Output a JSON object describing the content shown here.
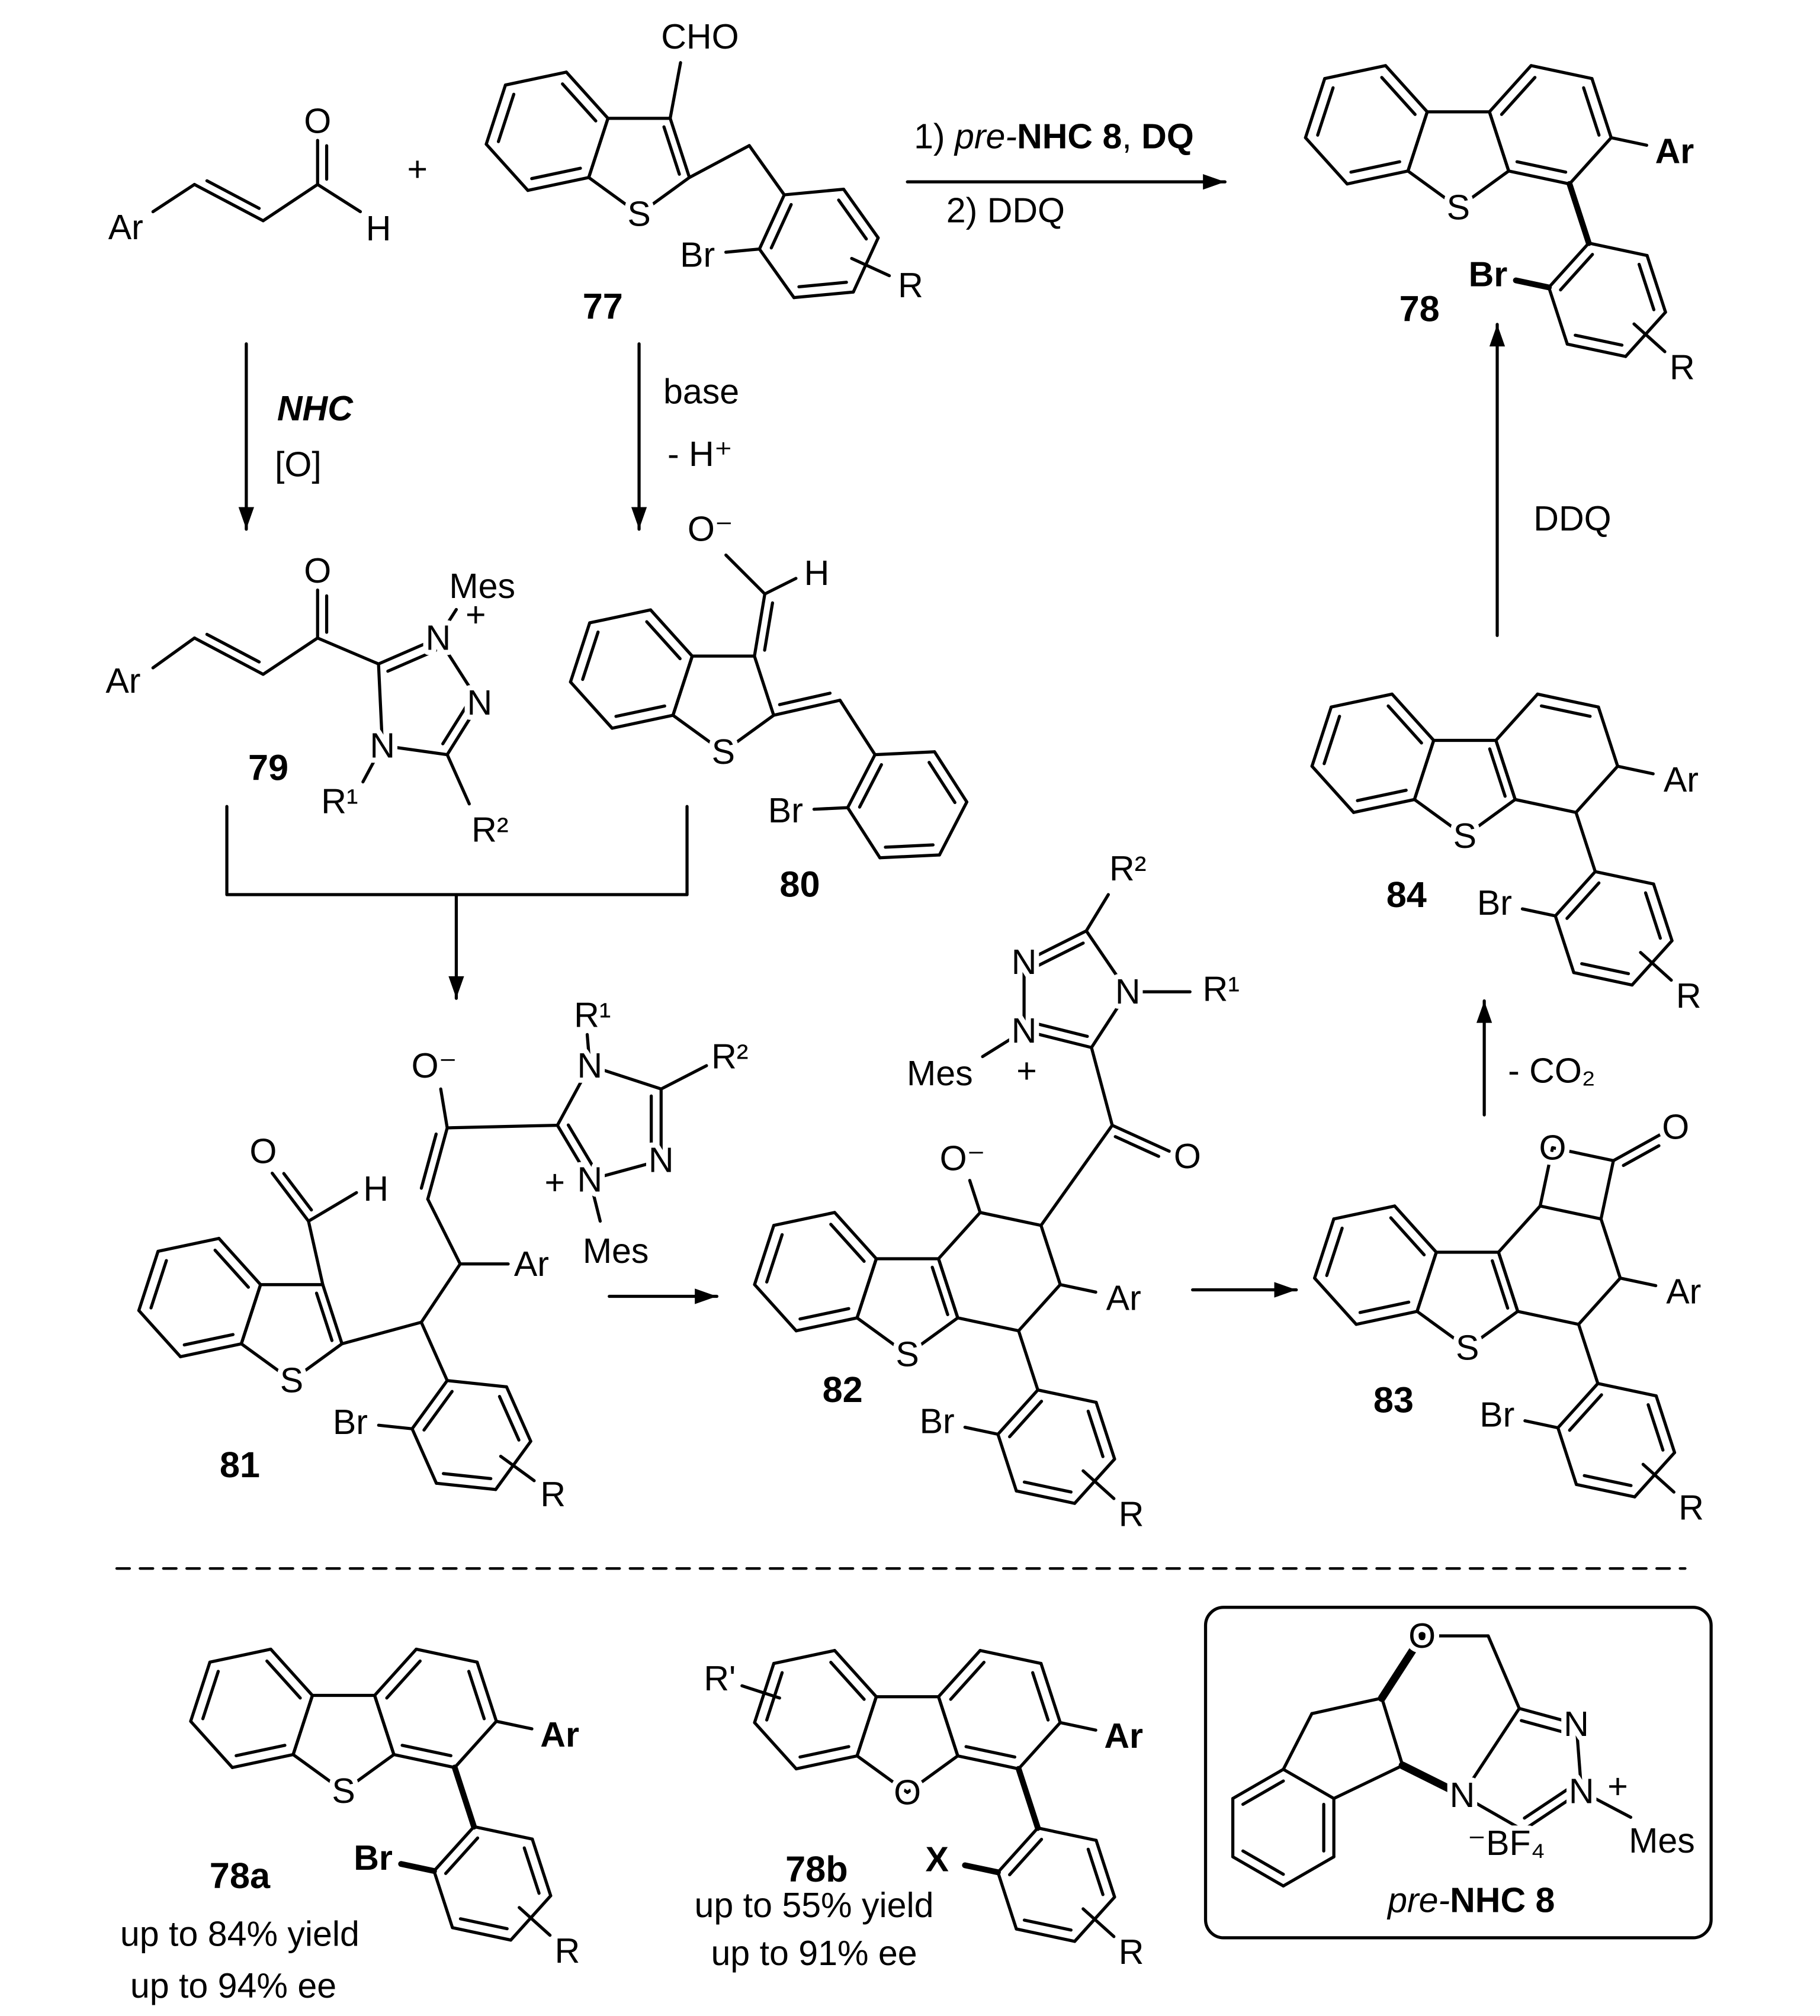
{
  "cinnamaldehyde": {
    "ar": "Ar",
    "o": "O",
    "h": "H"
  },
  "plus": "+",
  "c77": {
    "label": "77",
    "cho": "CHO",
    "s": "S",
    "br": "Br",
    "r": "R"
  },
  "step_top": {
    "l1_num": "1) ",
    "l1_pre": "pre-",
    "l1_cat": "NHC 8",
    "l1_sep": ", ",
    "l1_ox": "DQ",
    "l2": "2) DDQ"
  },
  "c78": {
    "label": "78",
    "s": "S",
    "ar": "Ar",
    "br": "Br",
    "r": "R"
  },
  "step_nhc": {
    "catalyst": "NHC",
    "oxidant": "[O]"
  },
  "step_base": {
    "reagent": "base",
    "loss": "- H⁺"
  },
  "step_ddq": {
    "reagent": "DDQ"
  },
  "c79": {
    "label": "79",
    "ar": "Ar",
    "o": "O",
    "mes": "Mes",
    "n1": "N",
    "plus": "+",
    "n2": "N",
    "n4": "N",
    "r1": "R¹",
    "r2": "R²"
  },
  "c80": {
    "label": "80",
    "o": "O⁻",
    "h": "H",
    "s": "S",
    "br": "Br"
  },
  "c81": {
    "label": "81",
    "o": "O",
    "h": "H",
    "s": "S",
    "ar": "Ar",
    "o_minus": "O⁻",
    "n4": "N",
    "n2": "N",
    "n1": "N",
    "plus": "+",
    "r1": "R¹",
    "r2": "R²",
    "mes": "Mes",
    "br": "Br",
    "r": "R"
  },
  "c82": {
    "label": "82",
    "s": "S",
    "ar": "Ar",
    "o_minus": "O⁻",
    "o": "O",
    "n2": "N",
    "n1": "N",
    "n4": "N",
    "plus": "+",
    "mes": "Mes",
    "r1": "R¹",
    "r2": "R²",
    "br": "Br",
    "r": "R"
  },
  "c83": {
    "label": "83",
    "s": "S",
    "ar": "Ar",
    "o_ring": "O",
    "o_carbonyl": "O",
    "br": "Br",
    "r": "R"
  },
  "step_co2": {
    "loss": "- CO₂"
  },
  "c84": {
    "label": "84",
    "s": "S",
    "ar": "Ar",
    "br": "Br",
    "r": "R"
  },
  "c78a": {
    "label": "78a",
    "s": "S",
    "ar": "Ar",
    "br": "Br",
    "r": "R",
    "yield": "up to 84% yield",
    "ee": "up to 94% ee"
  },
  "c78b": {
    "label": "78b",
    "o": "O",
    "ar": "Ar",
    "x": "X",
    "r": "R",
    "r_prime": "R'",
    "yield": "up to 55% yield",
    "ee": "up to 91% ee"
  },
  "pre_nhc_8": {
    "o": "O",
    "n4": "N",
    "n2": "N",
    "n1": "N",
    "plus": "+",
    "mes": "Mes",
    "counterion": "⁻BF₄",
    "pre": "pre-",
    "name": "NHC 8"
  }
}
